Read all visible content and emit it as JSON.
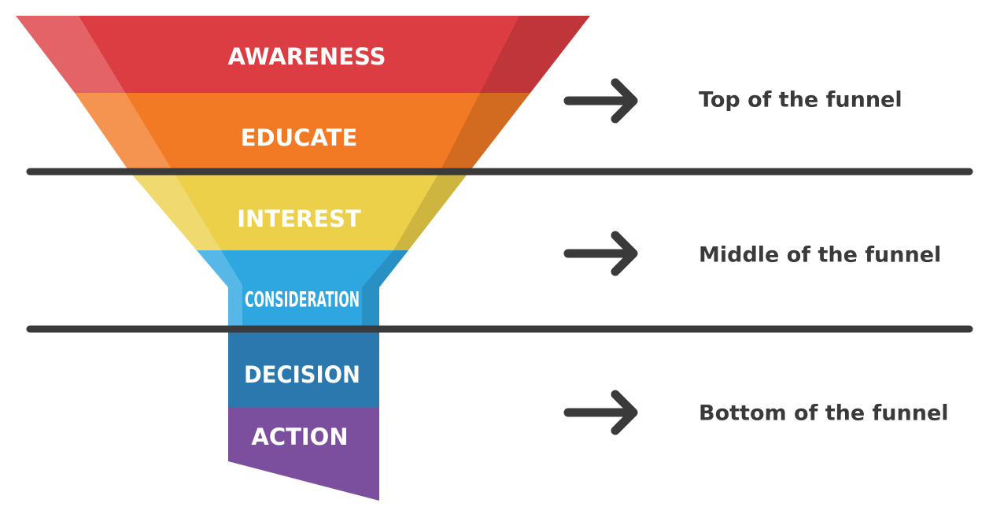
{
  "stages": [
    {
      "label": "AWARENESS",
      "color": "#dc3d42"
    },
    {
      "label": "EDUCATE",
      "color": "#f27a25"
    },
    {
      "label": "INTEREST",
      "color": "#edd04a"
    },
    {
      "label": "CONSIDERATION",
      "color": "#2ea6e0"
    },
    {
      "label": "DECISION",
      "color": "#2a78ad"
    },
    {
      "label": "ACTION",
      "color": "#7c4f9e"
    }
  ],
  "sections": [
    {
      "label": "Top of the funnel"
    },
    {
      "label": "Middle of the funnel"
    },
    {
      "label": "Bottom of the funnel"
    }
  ],
  "colors": {
    "divider": "#3a3a3a",
    "arrow": "#3a3a3a",
    "text": "#3a3a3a"
  },
  "icons": {
    "section_arrow": "arrow-right-icon"
  }
}
